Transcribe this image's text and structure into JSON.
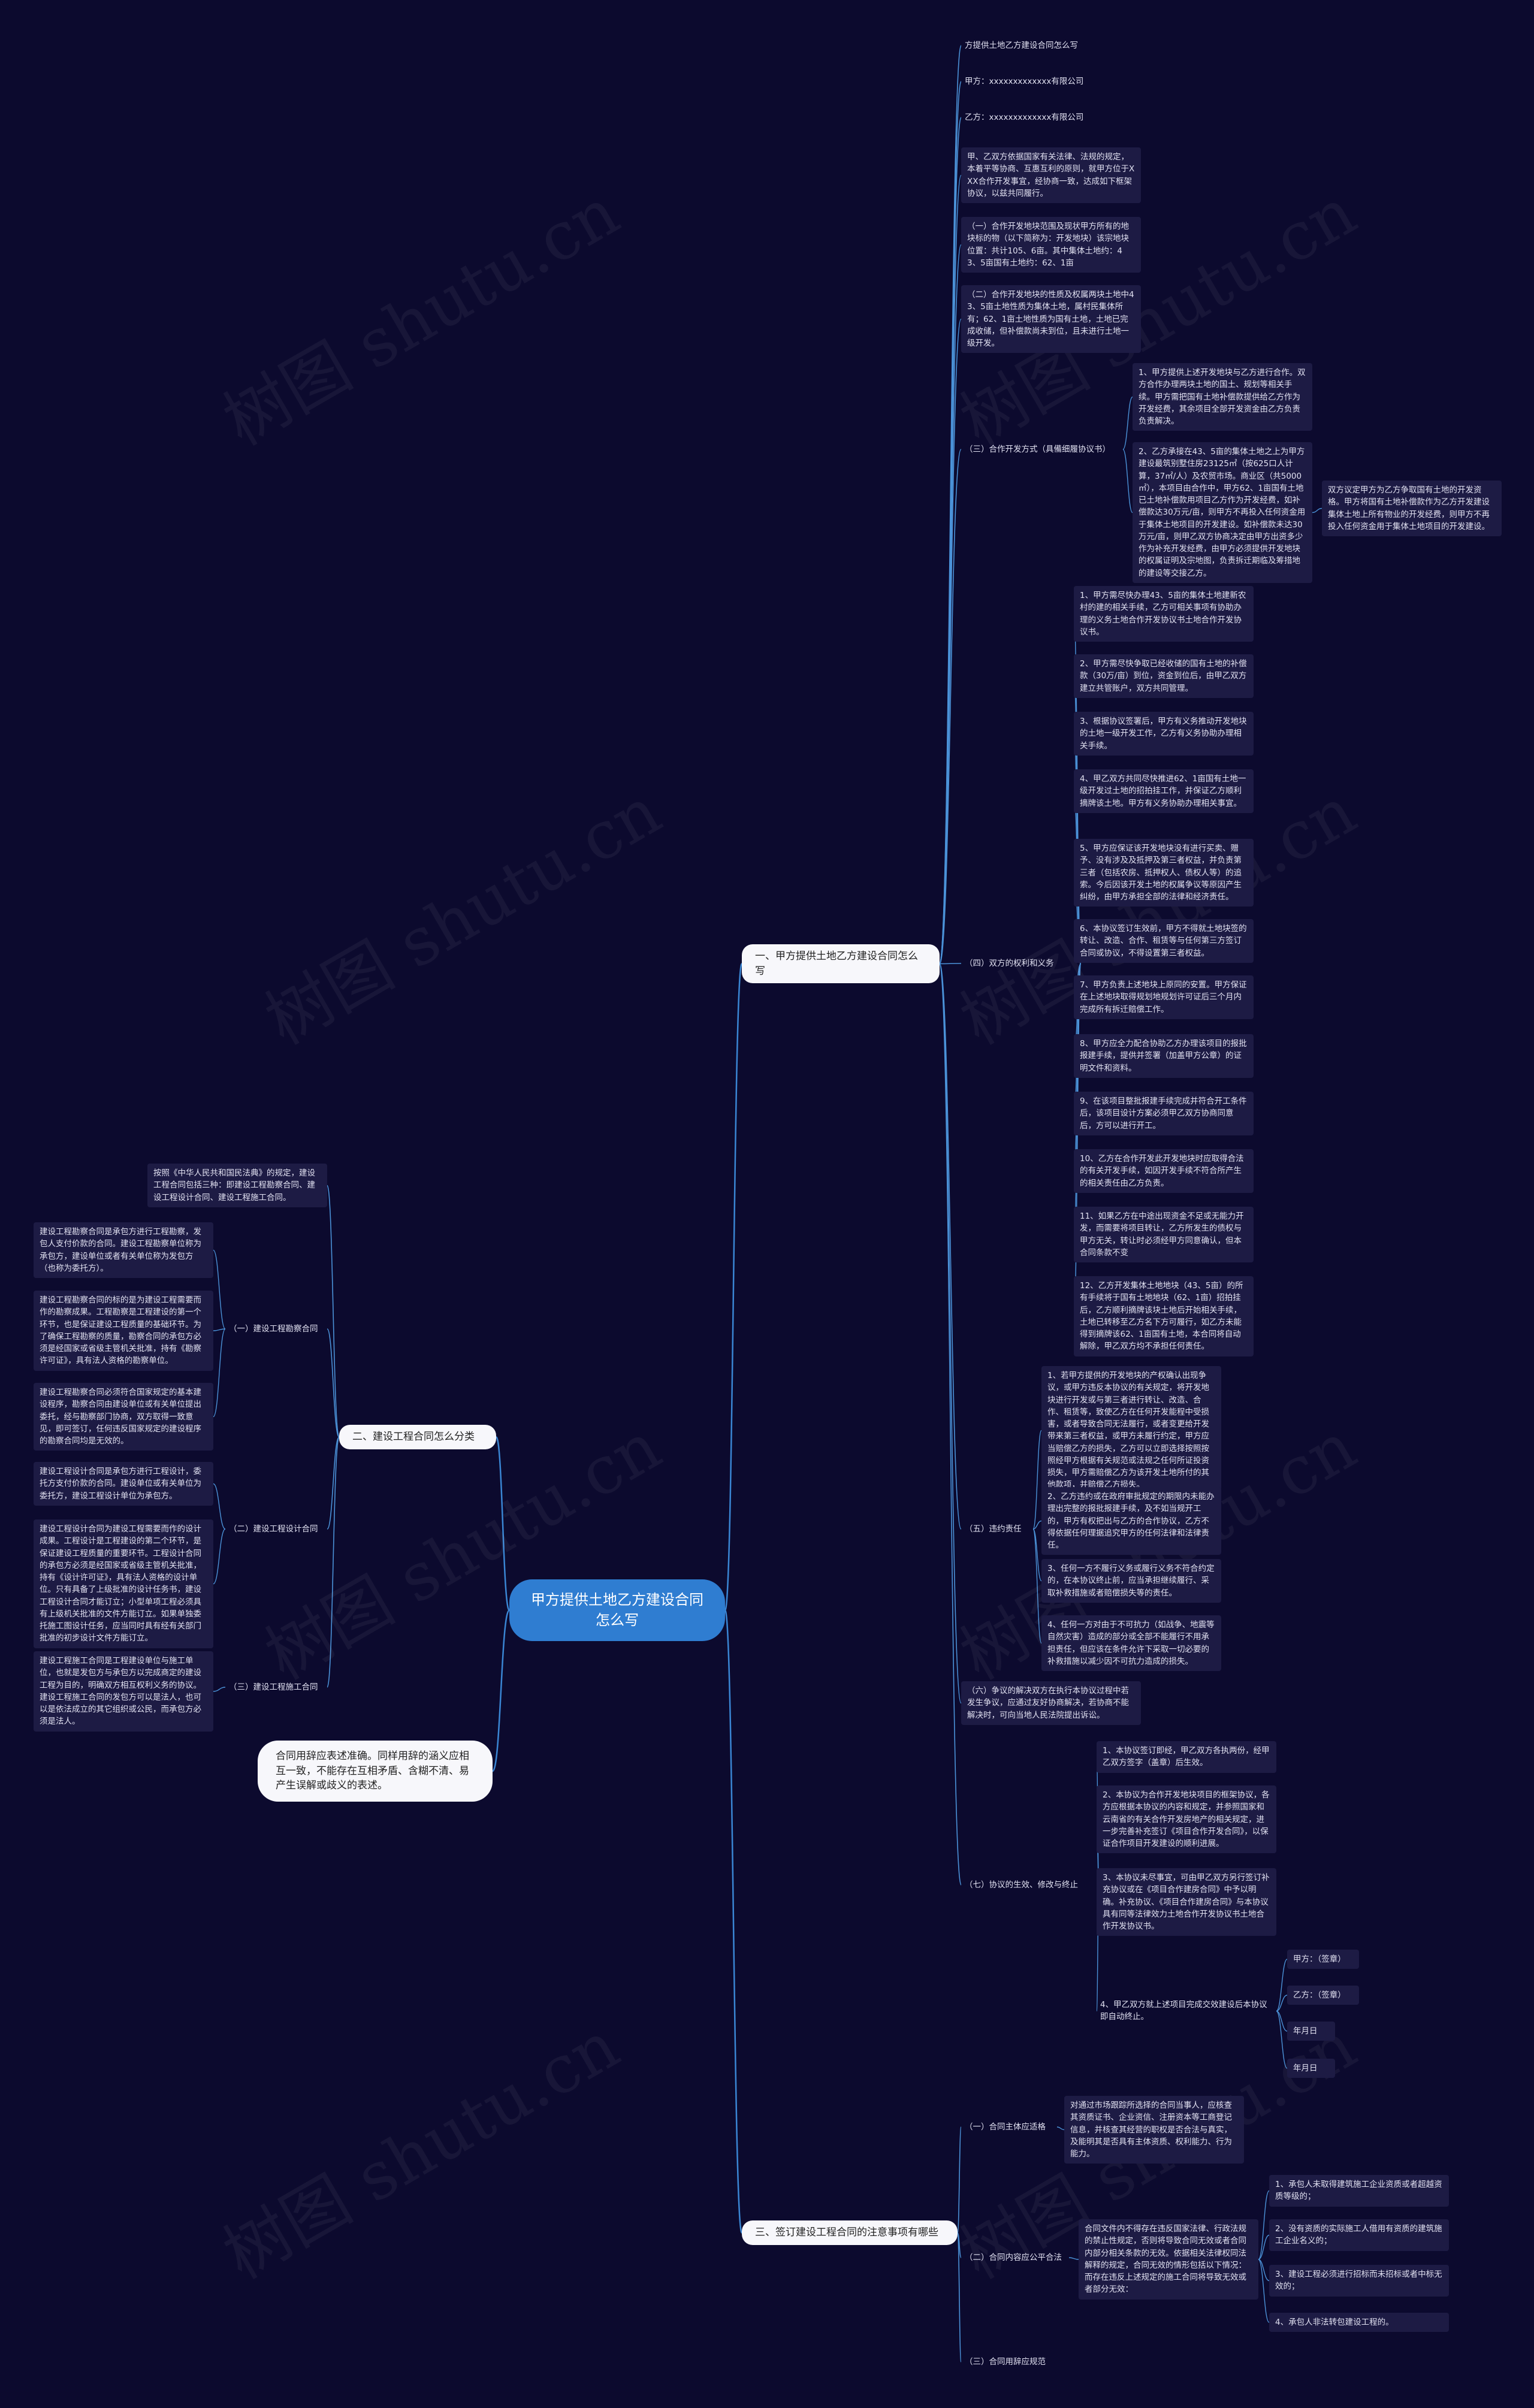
{
  "watermark": "树图 shutu.cn",
  "root": "甲方提供土地乙方建设合同怎么写",
  "branches": {
    "b1": "一、甲方提供土地乙方建设合同怎么写",
    "b2": "二、建设工程合同怎么分类",
    "b3": "三、签订建设工程合同的注意事项有哪些",
    "note": "合同用辞应表述准确。同样用辞的涵义应相互一致，不能存在互相矛盾、含糊不清、易产生误解或歧义的表述。"
  },
  "b1": {
    "title": "方提供土地乙方建设合同怎么写",
    "party_a": "甲方：xxxxxxxxxxxxx有限公司",
    "party_b": "乙方：xxxxxxxxxxxxx有限公司",
    "intro": "甲、乙双方依据国家有关法律、法规的规定，本着平等协商、互惠互利的原则，就甲方位于XXX合作开发事宜，经协商一致，达成如下框架协议，以兹共同履行。",
    "s1": "（一）合作开发地块范围及现状甲方所有的地块标的物（以下简称为：开发地块）该宗地块位置：共计105、6亩。其中集体土地约：43、5亩国有土地约：62、1亩",
    "s2": "（二）合作开发地块的性质及权属两块土地中43、5亩土地性质为集体土地，属村民集体所有；62、1亩土地性质为国有土地，土地已完成收储，但补偿款尚未到位，且未进行土地一级开发。",
    "s3": {
      "label": "（三）合作开发方式（具備细履协议书）",
      "i1": "1、甲方提供上述开发地块与乙方进行合作。双方合作办理两块土地的国土、规划等相关手续。甲方需把国有土地补偿款提供给乙方作为开发经费，其余项目全部开发资金由乙方负责负责解决。",
      "i2": "2、乙方承接在43、5亩的集体土地之上为甲方建设最筑别墅住房23125㎡（按625口人计算，37㎡/人）及农贸市场。商业区（共5000㎡），本项目由合作中，甲方62、1亩国有土地已土地补偿款用项目乙方作为开发经费，如补偿款达30万元/亩，则甲方不再投入任何资金用于集体土地项目的开发建设。如补偿款未达30万元/亩，则甲乙双方协商决定由甲方出资多少作为补充开发经费，由甲方必须提供开发地块的权属证明及宗地图，负责拆迁期临及筹措地的建设等交接乙方。",
      "i2b": "双方议定甲方为乙方争取国有土地的开发资格。甲方将国有土地补偿款作为乙方开发建设集体土地上所有物业的开发经费，则甲方不再投入任何资金用于集体土地项目的开发建设。"
    },
    "s4": {
      "label": "（四）双方的权利和义务",
      "items": [
        "1、甲方需尽快办理43、5亩的集体土地建新农村的建的相关手续，乙方可相关事项有协助办理的义务土地合作开发协议书土地合作开发协议书。",
        "2、甲方需尽快争取已经收储的国有土地的补偿款（30万/亩）到位，资金到位后，由甲乙双方建立共管账户，双方共同管理。",
        "3、根据协议签署后，甲方有义务推动开发地块的土地一级开发工作，乙方有义务协助办理相关手续。",
        "4、甲乙双方共同尽快推进62、1亩国有土地一级开发过土地的招拍挂工作，并保证乙方顺利摘牌该土地。甲方有义务协助办理相关事宜。",
        "5、甲方应保证该开发地块没有进行买卖、赠予、没有涉及及抵押及第三者权益，并负责第三者（包括农房、抵押权人、债权人等）的追索。今后因该开发土地的权属争议等原因产生纠纷，由甲方承担全部的法律和经济责任。",
        "6、本协议签订生效前，甲方不得就土地块签的转让、改造、合作、租赁等与任何第三方签订合同或协议，不得设置第三者权益。",
        "7、甲方负责上述地块上原同的安置。甲方保证在上述地块取得规划地规划许可证后三个月内完成所有拆迁赔偿工作。",
        "8、甲方应全力配合协助乙方办理该项目的报批报建手续，提供并签署（加盖甲方公章）的证明文件和资料。",
        "9、在该项目整批报建手续完成并符合开工条件后，该项目设计方案必须甲乙双方协商同意后，方可以进行开工。",
        "10、乙方在合作开发此开发地块时应取得合法的有关开发手续，如因开发手续不符合所产生的相关责任由乙方负责。",
        "11、如果乙方在中途出现资金不足或无能力开发，而需要将项目转让，乙方所发生的债权与甲方无关，转让时必须经甲方同意确认，但本合同条款不变",
        "12、乙方开发集体土地地块（43、5亩）的所有手续将于国有土地地块（62、1亩）招拍挂后，乙方顺利摘牌该块土地后开始相关手续，土地已转移至乙方名下方可履行，如乙方未能得到摘牌该62、1亩国有土地，本合同将自动解除，甲乙双方均不承担任何责任。"
      ]
    },
    "s5": {
      "label": "（五）违约责任",
      "items": [
        "1、若甲方提供的开发地块的产权确认出现争议，或甲方违反本协议的有关规定，将开发地块进行开发或与第三者进行转让、改造、合作、租赁等，致使乙方在任何开发能程中受损害，或者导致合同无法履行，或者变更给开发带来第三者权益，或甲方未履行约定，甲方应当赔偿乙方的损失，乙方可以立即选择按照按照经甲方根据有关规范或法规之任何所证投资损失，甲方需赔偿乙方为该开发土地所付的其他款项，并赔偿乙方损失。",
        "2、乙方违约或在政府审批规定的期限内未能办理出完整的报批报建手续，及不如当规开工的，甲方有权把出与乙方的合作协议，乙方不得依据任何理据追究甲方的任何法律和法律责任。",
        "3、任何一方不履行义务或履行义务不符合约定的，在本协议终止前，应当承担继续履行、采取补救措施或者赔偿损失等的责任。",
        "4、任何一方对由于不可抗力（如战争、地震等自然灾害）造成的部分或全部不能履行不用承担责任，但应该在条件允许下采取一切必要的补救措施以减少因不可抗力造成的损失。"
      ]
    },
    "s6": "（六）争议的解决双方在执行本协议过程中若发生争议，应通过友好协商解决，若协商不能解决时，可向当地人民法院提出诉讼。",
    "s7": {
      "label": "（七）协议的生效、修改与终止",
      "items": [
        "1、本协议签订即经，甲乙双方各执两份，经甲乙双方签字（盖章）后生效。",
        "2、本协议为合作开发地块项目的框架协议，各方应根据本协议的内容和规定，并参照国家和云南省的有关合作开发房地产的相关规定，进一步完善补充签订《项目合作开发合同》，以保证合作项目开发建设的顺利进展。",
        "3、本协议未尽事宜，可由甲乙双方另行签订补充协议或在《项目合作建房合同》中予以明确。补充协议、《项目合作建房合同》与本协议具有同等法律效力土地合作开发协议书土地合作开发协议书。",
        "4、甲乙双方就上述项目完成交效建设后本协议即自动终止。"
      ],
      "signs": [
        "甲方：（签章）",
        "乙方：（签章）",
        "年月日",
        "年月日"
      ]
    }
  },
  "b2": {
    "intro": "按照《中华人民共和国民法典》的规定，建设工程合同包括三种：即建设工程勘察合同、建设工程设计合同、建设工程施工合同。",
    "c1": {
      "label": "（一）建设工程勘察合同",
      "items": [
        "建设工程勘察合同是承包方进行工程勘察，发包人支付价款的合同。建设工程勘察单位称为承包方，建设单位或者有关单位称为发包方（也称为委托方）。",
        "建设工程勘察合同的标的是为建设工程需要而作的勘察成果。工程勘察是工程建设的第一个环节，也是保证建设工程质量的基础环节。为了确保工程勘察的质量，勘察合同的承包方必须是经国家或省级主管机关批准，持有《勘察许可证》，具有法人资格的勘察单位。",
        "建设工程勘察合同必须符合国家规定的基本建设程序，勘察合同由建设单位或有关单位提出委托，经与勘察部门协商，双方取得一致意见，即可签订，任何违反国家规定的建设程序的勘察合同均是无效的。"
      ]
    },
    "c2": {
      "label": "（二）建设工程设计合同",
      "items": [
        "建设工程设计合同是承包方进行工程设计，委托方支付价款的合同。建设单位或有关单位为委托方，建设工程设计单位为承包方。",
        "建设工程设计合同为建设工程需要而作的设计成果。工程设计是工程建设的第二个环节，是保证建设工程质量的重要环节。工程设计合同的承包方必须是经国家或省级主管机关批准，持有《设计许可证》，具有法人资格的设计单位。只有具备了上级批准的设计任务书，建设工程设计合同才能订立；小型单项工程必须具有上级机关批准的文件方能订立。如果单独委托施工图设计任务，应当同时具有经有关部门批准的初步设计文件方能订立。"
      ]
    },
    "c3": {
      "label": "（三）建设工程施工合同",
      "items": [
        "建设工程施工合同是工程建设单位与施工单位，也就是发包方与承包方以完成商定的建设工程为目的，明确双方相互权利义务的协议。建设工程施工合同的发包方可以是法人，也可以是依法成立的其它组织或公民，而承包方必须是法人。"
      ]
    }
  },
  "b3": {
    "c1": {
      "label": "（一）合同主体应适格",
      "text": "对通过市场跟踪所选择的合同当事人，应核查其资质证书、企业资信、注册资本等工商登记信息，并核查其经营的职权是否合法与真实，及能明其是否具有主体资质、权利能力、行为能力。"
    },
    "c2": {
      "label": "（二）合同内容应公平合法",
      "text": "合同文件内不得存在违反国家法律、行政法规的禁止性规定，否则将导致合同无效或者合同内部分相关条款的无效。依据相关法律权同法解释的规定，合同无效的情形包括以下情况：而存在违反上述规定的施工合同将导致无效或者部分无效：",
      "items": [
        "1、承包人未取得建筑施工企业资质或者超越资质等级的；",
        "2、没有资质的实际施工人借用有资质的建筑施工企业名义的；",
        "3、建设工程必须进行招标而未招标或者中标无效的；",
        "4、承包人非法转包建设工程的。"
      ]
    },
    "c3": {
      "label": "（三）合同用辞应规范"
    }
  }
}
